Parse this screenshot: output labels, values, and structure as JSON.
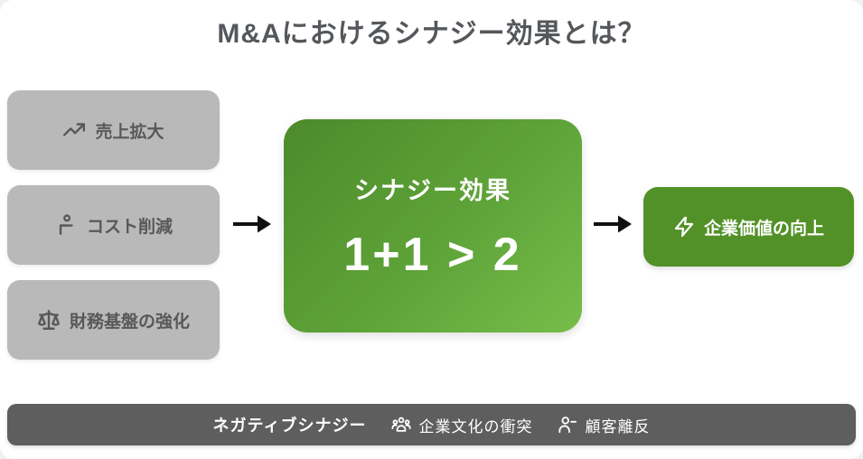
{
  "title": "M&Aにおけるシナジー効果とは？",
  "factors": [
    {
      "label": "売上拡大",
      "icon": "trending-up-icon"
    },
    {
      "label": "コスト削減",
      "icon": "person-icon"
    },
    {
      "label": "財務基盤の強化",
      "icon": "scale-icon"
    }
  ],
  "synergy_box": {
    "title": "シナジー効果",
    "formula": "1+1 > 2"
  },
  "result_box": {
    "label": "企業価値の向上",
    "icon": "zap-icon"
  },
  "negative_bar": {
    "title": "ネガティブシナジー",
    "items": [
      {
        "label": "企業文化の衝突",
        "icon": "users-icon"
      },
      {
        "label": "顧客離反",
        "icon": "user-minus-icon"
      }
    ]
  },
  "colors": {
    "synergy_gradient_start": "#4c8a2b",
    "synergy_gradient_end": "#77bd4a",
    "result_green": "#529127",
    "factor_gray": "#b9b9b9",
    "factor_text": "#585858",
    "bar_gray": "#5e5e5e",
    "title_text": "#54585c",
    "arrow_black": "#111111"
  }
}
